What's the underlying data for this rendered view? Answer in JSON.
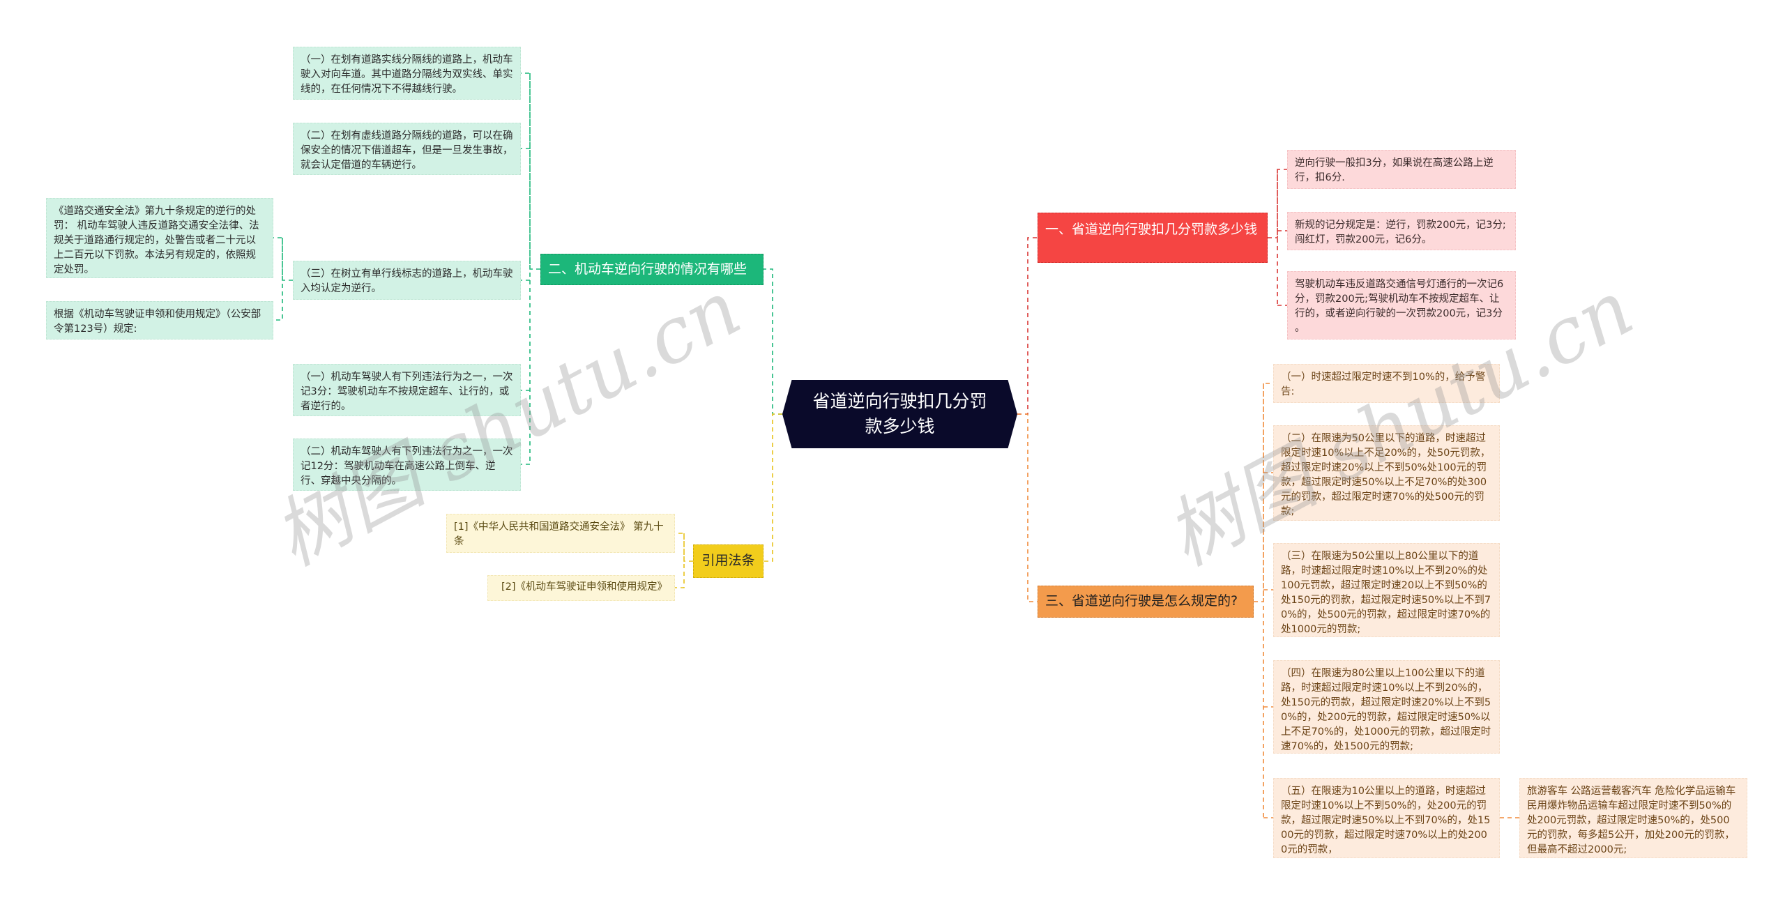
{
  "center": {
    "title": "省道逆向行驶扣几分罚款多少钱"
  },
  "branches": {
    "green": {
      "label": "二、机动车逆向行驶的情况有哪些",
      "color": "#1cb77a",
      "children": [
        "（一）在划有道路实线分隔线的道路上，机动车驶入对向车道。其中道路分隔线为双实线、单实线的，在任何情况下不得越线行驶。",
        "（二）在划有虚线道路分隔线的道路，可以在确保安全的情况下借道超车，但是一旦发生事故，就会认定借道的车辆逆行。",
        "（三）在树立有单行线标志的道路上，机动车驶入均认定为逆行。",
        "（一）机动车驾驶人有下列违法行为之一，一次记3分：驾驶机动车不按规定超车、让行的，或者逆行的。",
        "（二）机动车驾驶人有下列违法行为之一，一次记12分：驾驶机动车在高速公路上倒车、逆行、穿越中央分隔的。"
      ],
      "sub_children": [
        "《道路交通安全法》第九十条规定的逆行的处罚： 机动车驾驶人违反道路交通安全法律、法规关于道路通行规定的，处警告或者二十元以上二百元以下罚款。本法另有规定的，依照规定处罚。",
        "根据《机动车驾驶证申领和使用规定》（公安部令第123号）规定:"
      ]
    },
    "yellow": {
      "label": "引用法条",
      "color": "#f2cd1c",
      "children": [
        "[1]《中华人民共和国道路交通安全法》 第九十条",
        "[2]《机动车驾驶证申领和使用规定》"
      ]
    },
    "red": {
      "label": "一、省道逆向行驶扣几分罚款多少钱",
      "color": "#f54543",
      "children": [
        "逆向行驶一般扣3分，如果说在高速公路上逆行，扣6分.",
        "新规的记分规定是：逆行，罚款200元，记3分;闯红灯，罚款200元，记6分。",
        "驾驶机动车违反道路交通信号灯通行的一次记6分，罚款200元;驾驶机动车不按规定超车、让行的，或者逆向行驶的一次罚款200元，记3分 。"
      ]
    },
    "orange": {
      "label": "三、省道逆向行驶是怎么规定的?",
      "color": "#f39b4c",
      "children": [
        "（一）时速超过限定时速不到10%的，给予警告:",
        "（二）在限速为50公里以下的道路，时速超过限定时速10%以上不足20%的，处50元罚款，超过限定时速20%以上不到50%处100元的罚款，超过限定时速50%以上不足70%的处300元的罚款，超过限定时速70%的处500元的罚款;",
        "（三）在限速为50公里以上80公里以下的道路，时速超过限定时速10%以上不到20%的处100元罚款，超过限定时速20以上不到50%的处150元的罚款，超过限定时速50%以上不到70%的，处500元的罚款，超过限定时速70%的处1000元的罚款;",
        "（四）在限速为80公里以上100公里以下的道路，时速超过限定时速10%以上不到20%的，处150元的罚款，超过限定时速20%以上不到50%的，处200元的罚款，超过限定时速50%以上不足70%的，处1000元的罚款，超过限定时速70%的，处1500元的罚款;",
        "（五）在限速为10公里以上的道路，时速超过限定时速10%以上不到50%的，处200元的罚款，超过限定时速50%以上不到70%的，处1500元的罚款，超过限定时速70%以上的处2000元的罚款，"
      ],
      "sub_children": [
        "旅游客车 公路运营载客汽车 危险化学品运输车 民用爆炸物品运输车超过限定时速不到50%的处200元罚款，超过限定时速50%的，处500元的罚款，每多超5公开，加处200元的罚款，但最高不超过2000元;"
      ]
    }
  },
  "watermarks": [
    "树图 shutu.cn",
    "树图 shutu.cn"
  ]
}
